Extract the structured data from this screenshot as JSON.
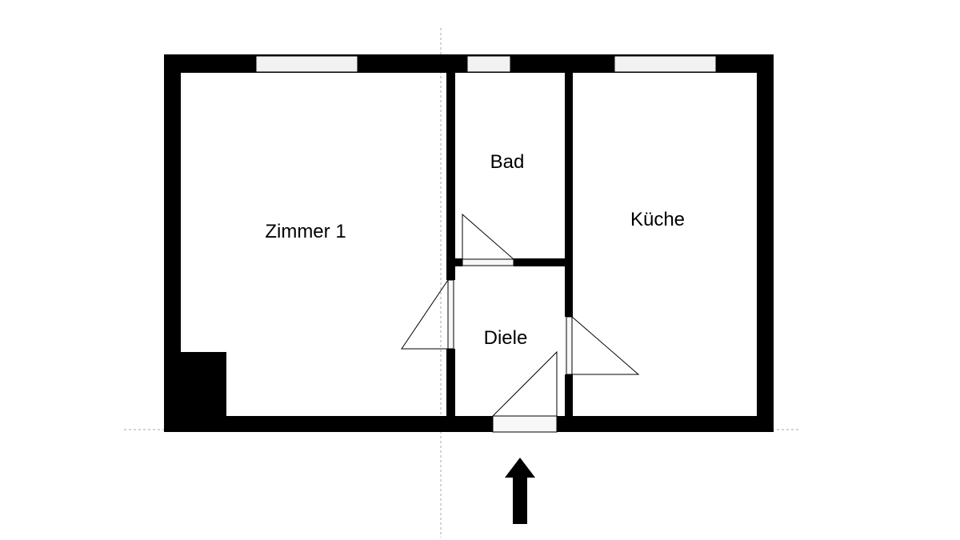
{
  "rooms": {
    "zimmer1": "Zimmer 1",
    "bad": "Bad",
    "kueche": "Küche",
    "diele": "Diele"
  },
  "colors": {
    "wall": "#000000",
    "background": "#ffffff",
    "window_fill": "#f2f2f2",
    "guide_line": "#aaaaaa"
  },
  "icons": {
    "entrance": "arrow-up-icon"
  }
}
